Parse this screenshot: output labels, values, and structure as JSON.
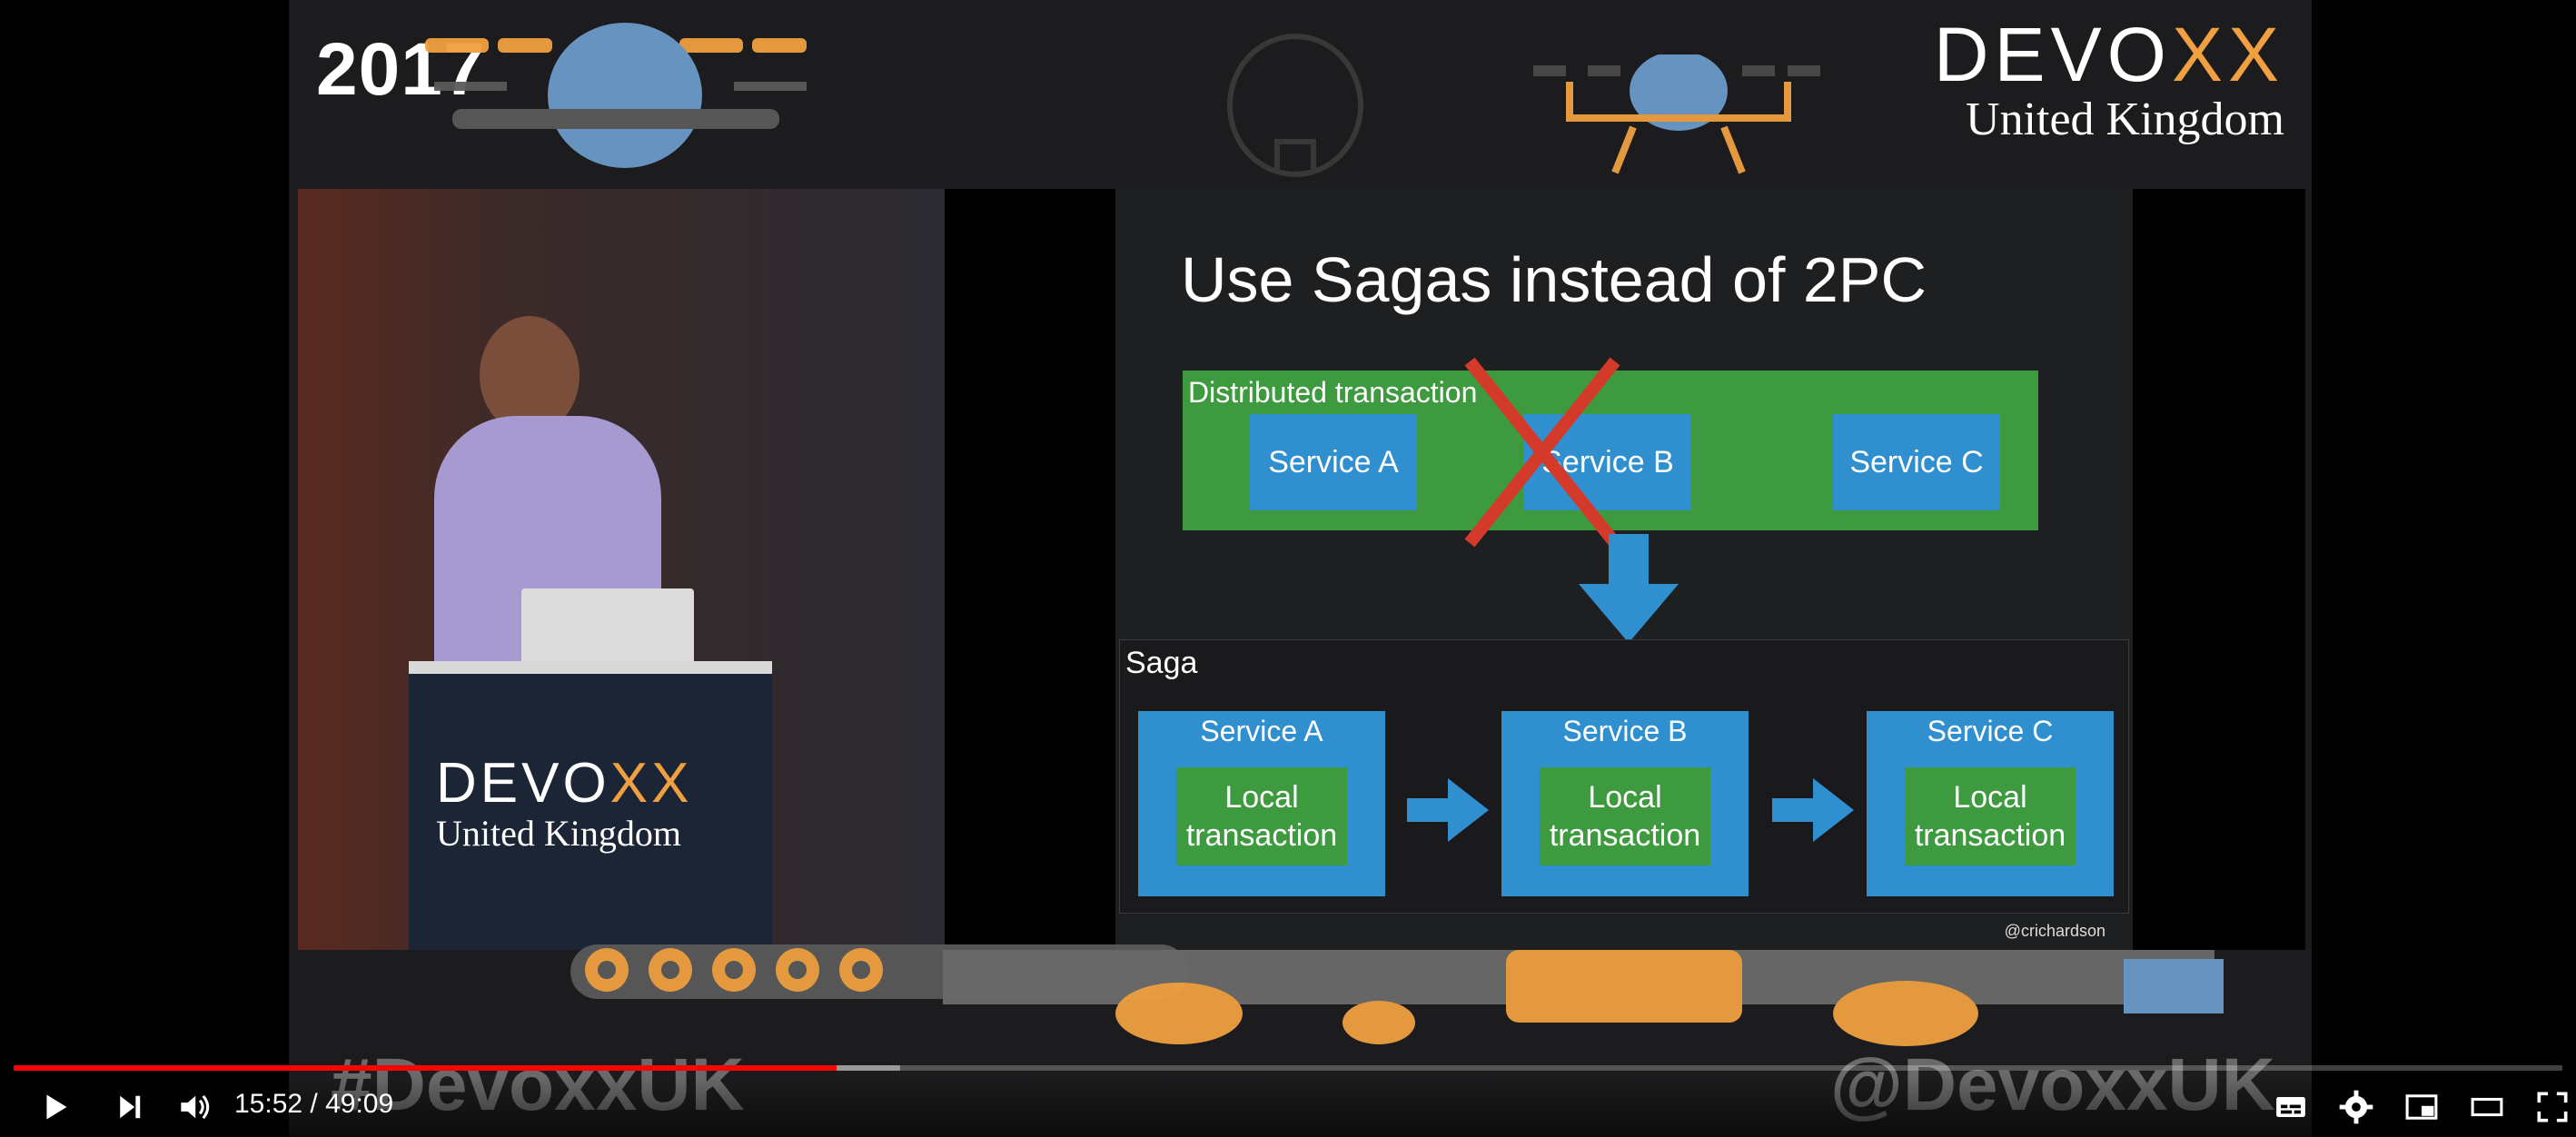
{
  "banner": {
    "year": "2017",
    "brand": "DEVO",
    "brand_x": "XX",
    "brand_sub": "United Kingdom",
    "hashtag": "#DevoxxUK",
    "handle": "@DevoxxUK"
  },
  "stage": {
    "podium_brand": "DEVO",
    "podium_brand_x": "XX",
    "podium_sub": "United Kingdom"
  },
  "slide": {
    "title": "Use Sagas instead of 2PC",
    "distributed_label": "Distributed transaction",
    "services_top": [
      "Service A",
      "Service B",
      "Service C"
    ],
    "saga_label": "Saga",
    "saga_services": [
      {
        "name": "Service A",
        "local": "Local transaction"
      },
      {
        "name": "Service B",
        "local": "Local transaction"
      },
      {
        "name": "Service C",
        "local": "Local transaction"
      }
    ],
    "credit": "@crichardson"
  },
  "player": {
    "time": "15:52 / 49:09",
    "played_fraction": 0.323,
    "buffered_fraction": 0.348,
    "accent": "#ff0000"
  },
  "icons": [
    "play-icon",
    "next-icon",
    "volume-icon",
    "subtitles-icon",
    "settings-icon",
    "miniplayer-icon",
    "theater-icon",
    "fullscreen-icon"
  ]
}
